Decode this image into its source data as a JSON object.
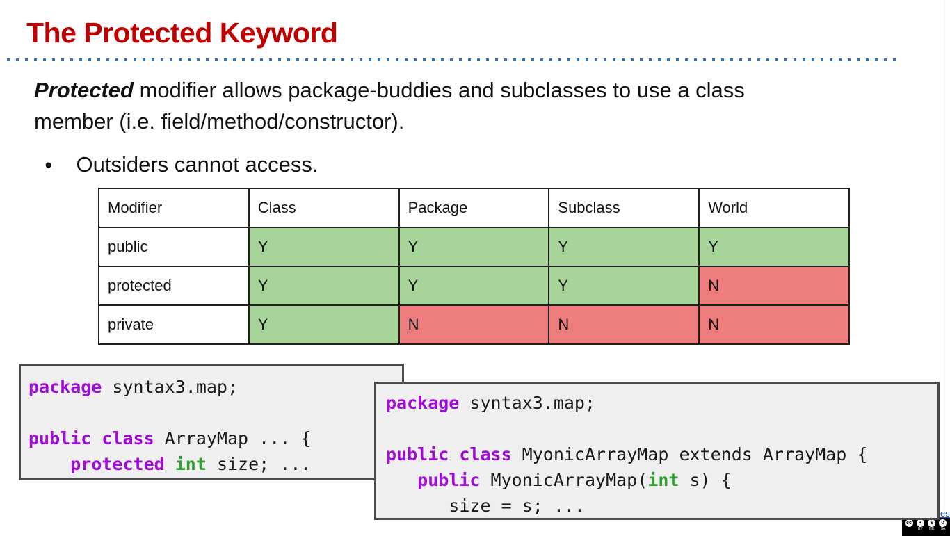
{
  "title": {
    "text": "The Protected Keyword"
  },
  "colors": {
    "title_red": "#c00000",
    "divider_blue": "#2e75b6",
    "keyword_purple": "#a00bd6",
    "type_green": "#2fa02f",
    "table_yes_green": "#a7d498",
    "table_no_red": "#ee7d7d",
    "link_blue": "#1155cc",
    "code_bg": "#efefef",
    "code_border": "#4a4a4a"
  },
  "intro": {
    "bold_word": "Protected",
    "line1_rest": " modifier allows package-buddies and subclasses to use a class",
    "line2": "member (i.e. field/method/constructor)."
  },
  "bullet": {
    "glyph": "●",
    "text": "Outsiders cannot access."
  },
  "access_table": {
    "columns": [
      "Modifier",
      "Class",
      "Package",
      "Subclass",
      "World"
    ],
    "rows": [
      {
        "modifier": "public",
        "cells": [
          {
            "value": "Y",
            "bg": "#a7d498"
          },
          {
            "value": "Y",
            "bg": "#a7d498"
          },
          {
            "value": "Y",
            "bg": "#a7d498"
          },
          {
            "value": "Y",
            "bg": "#a7d498"
          }
        ]
      },
      {
        "modifier": "protected",
        "cells": [
          {
            "value": "Y",
            "bg": "#a7d498"
          },
          {
            "value": "Y",
            "bg": "#a7d498"
          },
          {
            "value": "Y",
            "bg": "#a7d498"
          },
          {
            "value": "N",
            "bg": "#ee7d7d"
          }
        ]
      },
      {
        "modifier": "private",
        "cells": [
          {
            "value": "Y",
            "bg": "#a7d498"
          },
          {
            "value": "N",
            "bg": "#ee7d7d"
          },
          {
            "value": "N",
            "bg": "#ee7d7d"
          },
          {
            "value": "N",
            "bg": "#ee7d7d"
          }
        ]
      }
    ]
  },
  "code_left": {
    "lines": [
      {
        "segments": [
          {
            "text": "package"
          },
          {
            "text": " syntax3.map;"
          }
        ]
      },
      {
        "segments": [
          {
            "text": ""
          }
        ]
      },
      {
        "segments": [
          {
            "text": "public class"
          },
          {
            "text": " ArrayMap ... {"
          }
        ]
      },
      {
        "segments": [
          {
            "text": "    "
          },
          {
            "text": "protected"
          },
          {
            "text": " "
          },
          {
            "text": "int"
          },
          {
            "text": " size; ..."
          }
        ]
      }
    ]
  },
  "code_right": {
    "lines": [
      {
        "segments": [
          {
            "text": "package"
          },
          {
            "text": " syntax3.map;"
          }
        ]
      },
      {
        "segments": [
          {
            "text": ""
          }
        ]
      },
      {
        "segments": [
          {
            "text": "public class"
          },
          {
            "text": " MyonicArrayMap extends ArrayMap {"
          }
        ]
      },
      {
        "segments": [
          {
            "text": "   "
          },
          {
            "text": "public"
          },
          {
            "text": " MyonicArrayMap("
          },
          {
            "text": "int"
          },
          {
            "text": " s) {"
          }
        ]
      },
      {
        "segments": [
          {
            "text": "      size = s; ..."
          }
        ]
      }
    ]
  },
  "footer": {
    "link_fragment": "es",
    "cc_items": [
      {
        "icon": "cc-logo-icon",
        "glyph": "cc",
        "label": ""
      },
      {
        "icon": "cc-by-icon",
        "glyph": "•",
        "label": "BY"
      },
      {
        "icon": "cc-nc-icon",
        "glyph": "$",
        "label": "NC"
      },
      {
        "icon": "cc-sa-icon",
        "glyph": "↺",
        "label": "SA"
      }
    ]
  }
}
